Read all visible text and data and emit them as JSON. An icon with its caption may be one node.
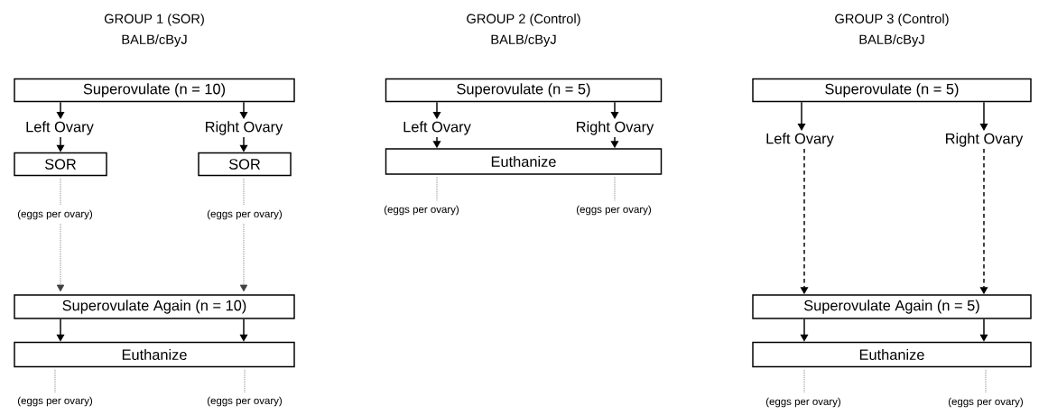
{
  "diagram": {
    "nodes": [
      {
        "text": [
          "Superovulate (n = 10)"
        ]
      },
      {
        "text": [
          "Left Ovary"
        ]
      },
      {
        "text": [
          "Right Ovary"
        ]
      },
      {
        "text": [
          "SOR"
        ]
      },
      {
        "text": [
          "SOR"
        ]
      },
      {
        "text": [
          "(eggs per ovary)"
        ]
      },
      {
        "text": [
          "(eggs per ovary)"
        ]
      },
      {
        "text": [
          "Superovulate Again (n = 10)"
        ]
      },
      {
        "text": [
          "Euthanize"
        ]
      },
      {
        "text": [
          "(eggs per ovary)"
        ]
      },
      {
        "text": [
          "(eggs per ovary)"
        ]
      },
      {
        "text": [
          "Superovulate (n = 5)"
        ]
      },
      {
        "text": [
          "Left Ovary"
        ]
      },
      {
        "text": [
          "Right Ovary"
        ]
      },
      {
        "text": [
          "Euthanize"
        ]
      },
      {
        "text": [
          "(eggs per ovary)"
        ]
      },
      {
        "text": [
          "(eggs per ovary)"
        ]
      },
      {
        "text": [
          "Superovulate (n = 5)"
        ]
      },
      {
        "text": [
          "Left Ovary"
        ]
      },
      {
        "text": [
          "Right Ovary"
        ]
      },
      {
        "text": [
          "Superovulate Again (n = 5)"
        ]
      },
      {
        "text": [
          "Euthanize"
        ]
      },
      {
        "text": [
          "(eggs per ovary)"
        ]
      },
      {
        "text": [
          "(eggs per ovary)"
        ]
      }
    ],
    "edges": [
      {
        "from": 0,
        "to": 1,
        "arrow": "to"
      },
      {
        "from": 0,
        "to": 2,
        "arrow": "to"
      },
      {
        "from": 1,
        "to": 3,
        "arrow": "to"
      },
      {
        "from": 2,
        "to": 4,
        "arrow": "to"
      },
      {
        "from": 3,
        "to": 5,
        "arrow": "none",
        "style": "dashed",
        "color": "#404040"
      },
      {
        "from": 5,
        "to": 7,
        "arrow": "to",
        "style": "dashed",
        "color": "#404040"
      },
      {
        "from": 4,
        "to": 6,
        "arrow": "none",
        "style": "dashed",
        "color": "#404040"
      },
      {
        "from": 6,
        "to": 7,
        "arrow": "to",
        "style": "dashed",
        "color": "#404040"
      },
      {
        "from": 7,
        "to": 8,
        "arrow": "to"
      },
      {
        "from": 7,
        "to": 8,
        "arrow": "to"
      },
      {
        "from": 8,
        "to": 9,
        "arrow": "none",
        "style": "dashed",
        "color": "#404040"
      },
      {
        "from": 8,
        "to": 10,
        "arrow": "none",
        "style": "dashed",
        "color": "#404040"
      },
      {
        "from": 11,
        "to": 12,
        "arrow": "to"
      },
      {
        "from": 11,
        "to": 13,
        "arrow": "to"
      },
      {
        "from": 12,
        "to": 14,
        "arrow": "to"
      },
      {
        "from": 13,
        "to": 14,
        "arrow": "to"
      },
      {
        "from": 14,
        "to": 15,
        "arrow": "none",
        "style": "dashed",
        "color": "#404040"
      },
      {
        "from": 14,
        "to": 16,
        "arrow": "none",
        "style": "dashed",
        "color": "#404040"
      },
      {
        "from": 17,
        "to": 18,
        "arrow": "to"
      },
      {
        "from": 17,
        "to": 19,
        "arrow": "to"
      },
      {
        "from": 18,
        "to": 20,
        "arrow": "to",
        "style": "dashed"
      },
      {
        "from": 19,
        "to": 20,
        "arrow": "to",
        "style": "dashed"
      },
      {
        "from": 20,
        "to": 21,
        "arrow": "to"
      },
      {
        "from": 20,
        "to": 21,
        "arrow": "to"
      },
      {
        "from": 21,
        "to": 22,
        "arrow": "none",
        "style": "dashed",
        "color": "#404040"
      },
      {
        "from": 21,
        "to": 23,
        "arrow": "none",
        "style": "dashed",
        "color": "#404040"
      }
    ],
    "labels": [
      "GROUP 1 (SOR)",
      "GROUP 2 (Control)",
      "GROUP 3 (Control)",
      "BALB/cByJ",
      "BALB/cByJ",
      "BALB/cByJ"
    ]
  }
}
